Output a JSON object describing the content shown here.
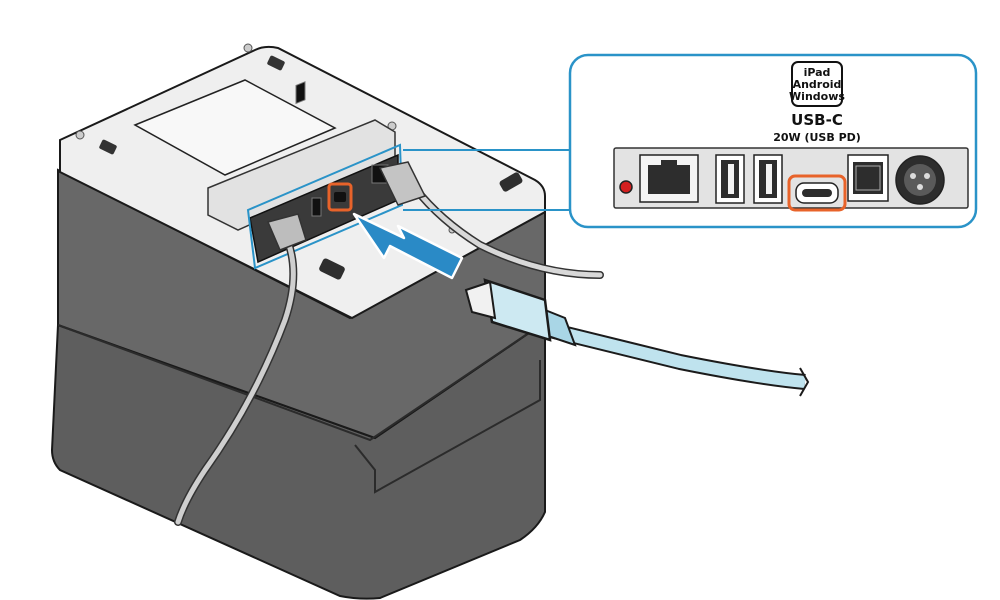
{
  "callout": {
    "os_badge": {
      "line1": "iPad",
      "line2": "Android",
      "line3": "Windows"
    },
    "port_name": "USB-C",
    "power_spec": "20W (USB PD)"
  },
  "colors": {
    "highlight_orange": "#e8632a",
    "callout_border": "#2a93c8",
    "arrow_blue": "#2a8ac6",
    "cable_light_blue": "#bfe3ee",
    "printer_body": "#5f5f5f",
    "printer_top": "#eeeeee"
  }
}
